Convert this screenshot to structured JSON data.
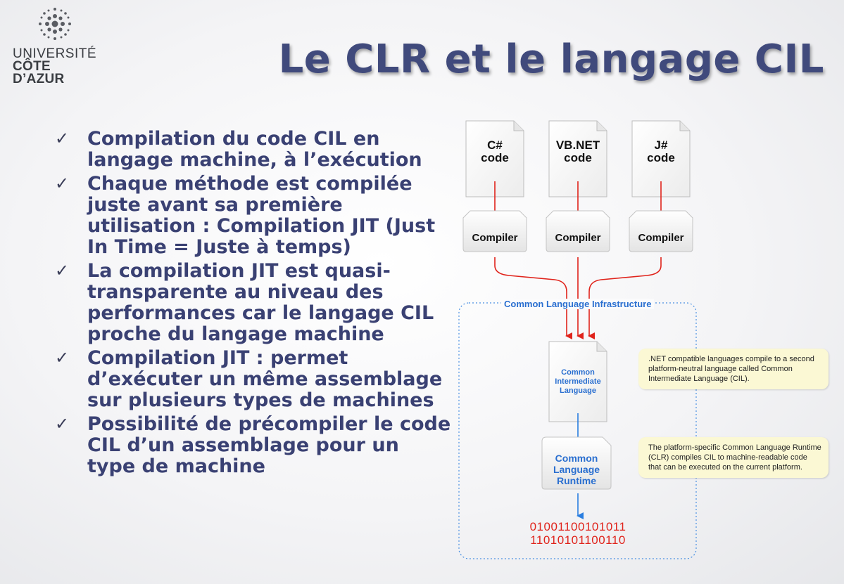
{
  "logo": {
    "line1": "UNIVERSITÉ",
    "line2": "CÔTE D’AZUR"
  },
  "title": "Le CLR et le langage CIL",
  "bullets": [
    "Compilation du code CIL en langage machine, à l’exécution",
    "Chaque méthode est compilée juste avant sa première utilisation : Compilation JIT (Just In Time = Juste à temps)",
    "La compilation JIT est quasi-transparente au niveau des performances car le langage CIL proche du langage machine",
    "Compilation JIT : permet d’exécuter un même assemblage sur plusieurs types de machines",
    "Possibilité de précompiler le code CIL d’un assemblage pour un type de machine"
  ],
  "check_glyph": "✓",
  "diagram": {
    "sources": [
      "C#\ncode",
      "VB.NET\ncode",
      "J#\ncode"
    ],
    "compiler_label": "Compiler",
    "cli_label": "Common Language Infrastructure",
    "cil_label": "Common\nIntermediate\nLanguage",
    "clr_label": "Common\nLanguage\nRuntime",
    "binary": "01001100101011\n11010101100110",
    "note_cil": ".NET compatible languages compile to a second platform-neutral language called Common Intermediate Language (CIL).",
    "note_clr": "The platform-specific Common Language Runtime (CLR) compiles CIL to machine-readable code that can be executed on the current platform."
  },
  "colors": {
    "title": "#404a7c",
    "bullet_text": "#3a4173",
    "arrow_red": "#e0241c",
    "arrow_blue": "#2a7ee0",
    "cli_border": "#4a90e2",
    "note_bg": "#fbf8d4"
  }
}
